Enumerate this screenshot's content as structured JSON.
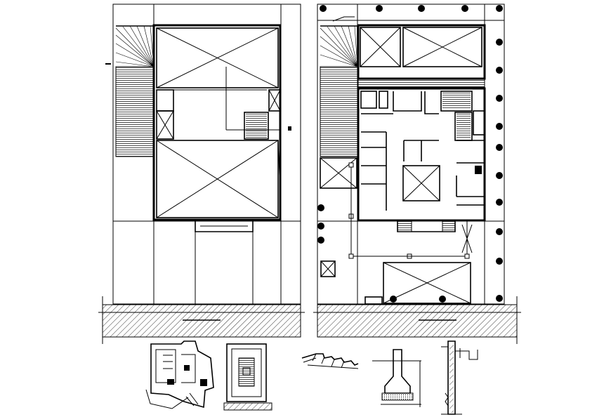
{
  "drawing": {
    "background": "#ffffff",
    "line_color": "#000000",
    "views": [
      {
        "id": "ground-floor-plan"
      },
      {
        "id": "upper-floor-plan"
      },
      {
        "id": "detail-site-plan"
      },
      {
        "id": "detail-key-plan"
      },
      {
        "id": "detail-stair-section"
      },
      {
        "id": "detail-footing-section"
      },
      {
        "id": "detail-wall-section"
      }
    ],
    "text_labels": []
  }
}
